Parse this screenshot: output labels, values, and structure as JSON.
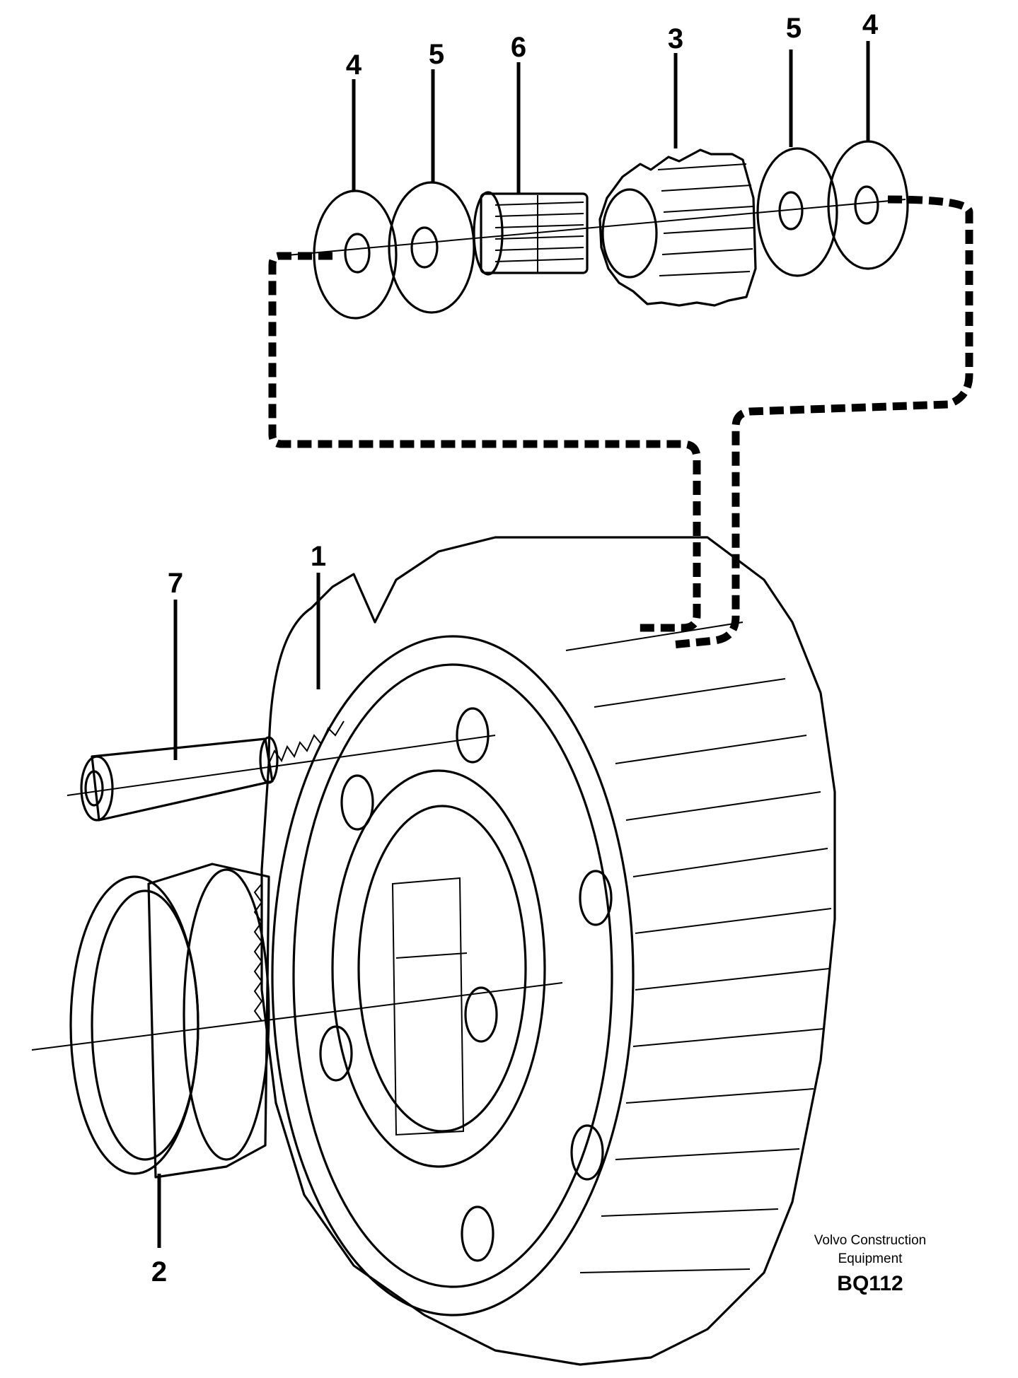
{
  "callouts": {
    "top_left_washer": "4",
    "top_left_spacer": "5",
    "needle_bearing": "6",
    "planet_gear": "3",
    "top_right_spacer": "5",
    "top_right_washer": "4",
    "planet_carrier_gear": "1",
    "planet_shaft": "7",
    "bearing_ring": "2"
  },
  "credit": {
    "line1": "Volvo Construction",
    "line2": "Equipment",
    "code": "BQ112"
  }
}
